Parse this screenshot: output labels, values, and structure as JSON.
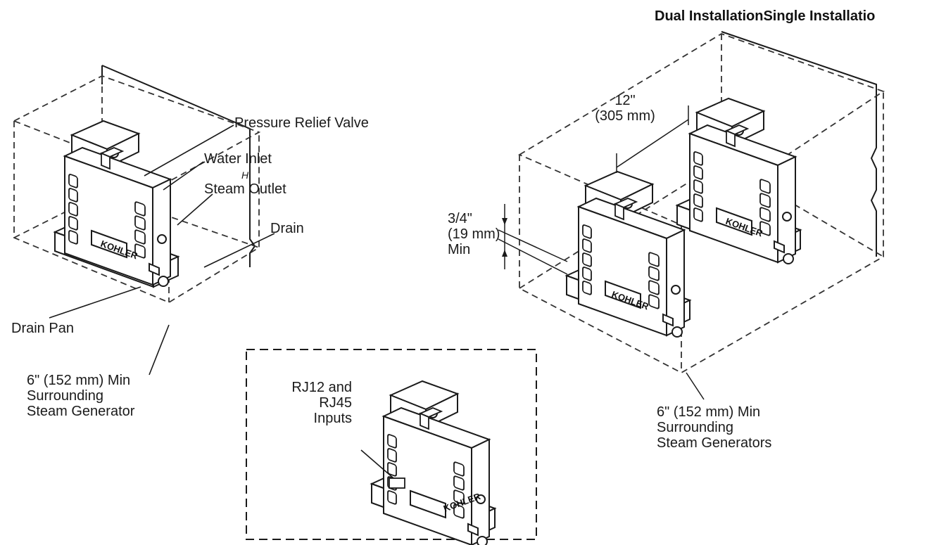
{
  "header": {
    "title": "Dual InstallationSingle Installatio"
  },
  "labels": {
    "pressure_relief_valve": "Pressure Relief Valve",
    "water_inlet": "Water Inlet",
    "water_inlet_mark": "H",
    "steam_outlet": "Steam Outlet",
    "drain": "Drain",
    "drain_pan": "Drain Pan",
    "single_clearance": [
      "6\" (152 mm) Min",
      "Surrounding",
      "Steam Generator"
    ],
    "rj_inputs": [
      "RJ12 and",
      "RJ45",
      "Inputs"
    ],
    "spacing": [
      "12\"",
      "(305 mm)"
    ],
    "gap": [
      "3/4\"",
      "(19 mm)",
      "Min"
    ],
    "dual_clearance": [
      "6\" (152 mm) Min",
      "Surrounding",
      "Steam Generators"
    ]
  },
  "brand": "KOHLER",
  "colors": {
    "line": "#1a1a1a",
    "fill": "#ffffff",
    "dash": "#333333"
  },
  "icons": [
    "steam-generator-icon",
    "drain-pan-icon",
    "clearance-box-icon",
    "wall-icon"
  ]
}
